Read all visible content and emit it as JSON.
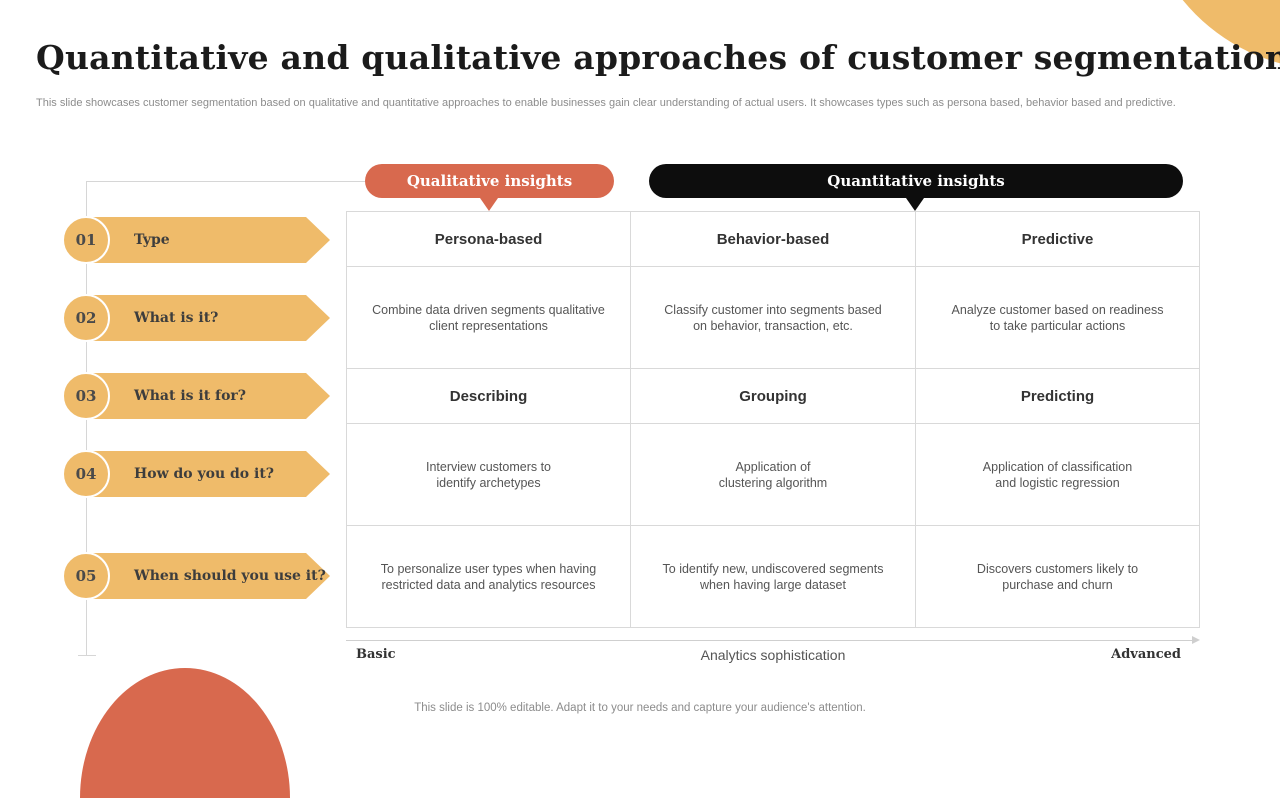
{
  "title": "Quantitative and qualitative approaches of customer segmentation",
  "subtitle": "This slide showcases customer segmentation based on qualitative and quantitative approaches to enable businesses gain clear understanding of actual users. It showcases types such as persona  based, behavior based and predictive.",
  "headers": {
    "qualitative": "Qualitative insights",
    "quantitative": "Quantitative insights"
  },
  "rows": [
    {
      "number": "01",
      "label": "Type"
    },
    {
      "number": "02",
      "label": "What is it?"
    },
    {
      "number": "03",
      "label": "What is it for?"
    },
    {
      "number": "04",
      "label": "How do you do it?"
    },
    {
      "number": "05",
      "label": "When should you use it?"
    }
  ],
  "table": {
    "type": [
      "Persona-based",
      "Behavior-based",
      "Predictive"
    ],
    "what": [
      [
        "Combine data driven  segments qualitative",
        "client representations"
      ],
      [
        "Classify customer into segments based",
        "on behavior,  transaction, etc."
      ],
      [
        "Analyze customer based on readiness",
        "to take particular actions"
      ]
    ],
    "for": [
      "Describing",
      "Grouping",
      "Predicting"
    ],
    "how": [
      [
        "Interview  customers to",
        "identify archetypes"
      ],
      [
        "Application of",
        "clustering algorithm"
      ],
      [
        "Application of classification",
        "and logistic regression"
      ]
    ],
    "when": [
      [
        "To personalize user types when  having",
        "restricted data and analytics resources"
      ],
      [
        "To identify new, undiscovered  segments",
        "when having large dataset"
      ],
      [
        "Discovers customers likely to",
        "purchase and churn"
      ]
    ]
  },
  "axis": {
    "start": "Basic",
    "middle": "Analytics sophistication",
    "end": "Advanced"
  },
  "footer": "This slide is 100% editable. Adapt it to your needs and capture your audience's attention.",
  "colors": {
    "qualitative": "#d8694e",
    "quantitative": "#0d0d0d",
    "row_label": "#efbb6a"
  }
}
